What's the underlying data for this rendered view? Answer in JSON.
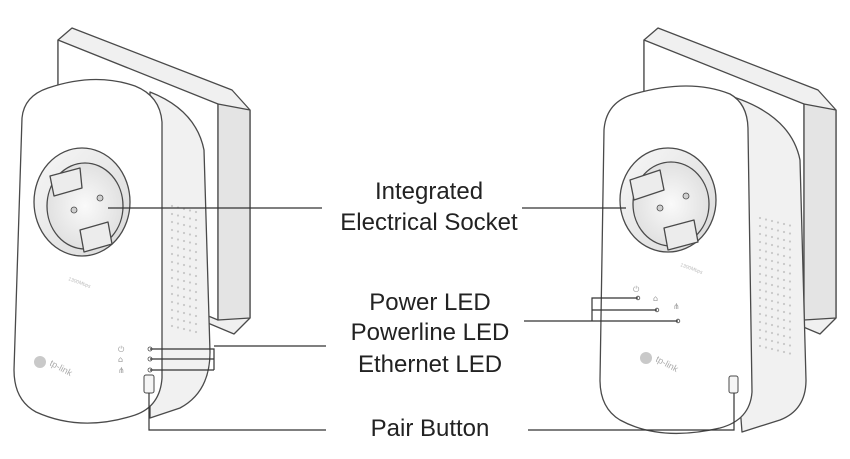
{
  "labels": {
    "socket_line1": "Integrated",
    "socket_line2": "Electrical Socket",
    "power_led": "Power LED",
    "powerline_led": "Powerline LED",
    "ethernet_led": "Ethernet LED",
    "pair_button": "Pair Button"
  },
  "device": {
    "brand": "tp-link",
    "model_text": "1300Mbps"
  },
  "colors": {
    "outline": "#4a4a4a",
    "body": "#ffffff",
    "shadow": "#e9e9e9",
    "text": "#222222"
  },
  "icons": [
    "power-icon",
    "powerline-icon",
    "ethernet-icon"
  ]
}
